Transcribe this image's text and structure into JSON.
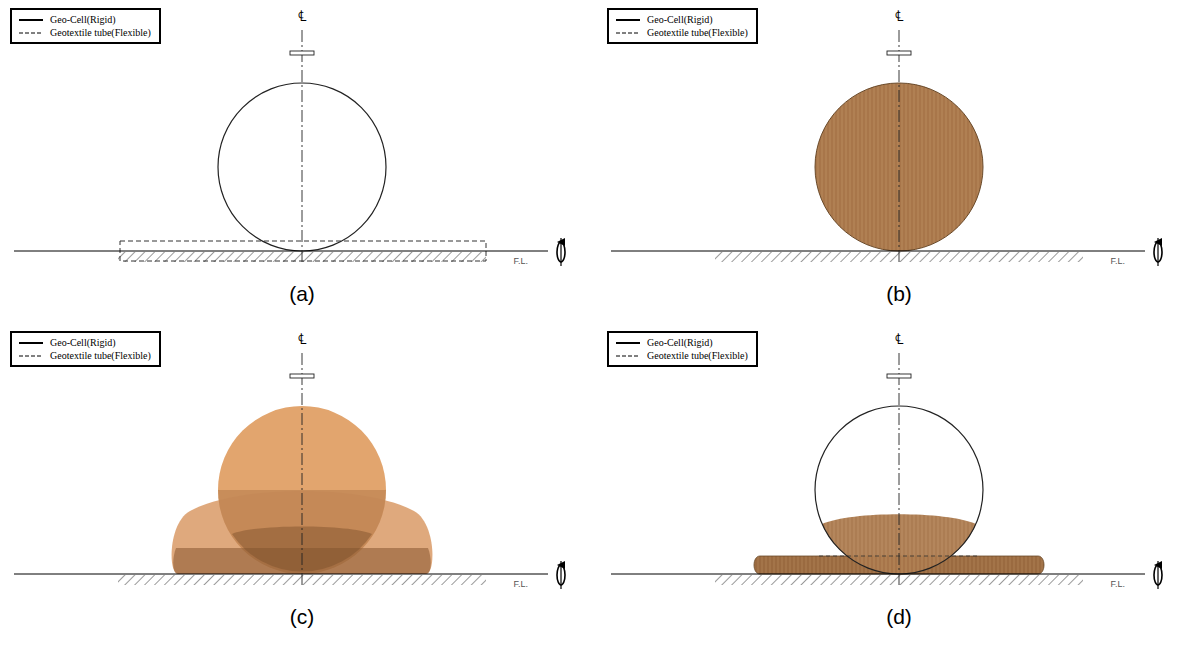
{
  "diagram": {
    "labels": [
      "℄",
      "F.L.",
      "(a)",
      "℄",
      "F.L.",
      "(b)",
      "℄",
      "F.L.",
      "(c)",
      "℄",
      "F.L.",
      "(d)"
    ],
    "legend": [
      {
        "text": "Geo-Cell(Rigid)"
      },
      {
        "text": "Geotextile tube(Flexible)"
      },
      {
        "text": "Geo-Cell(Rigid)"
      },
      {
        "text": "Geotextile tube(Flexible)"
      },
      {
        "text": "Geo-Cell(Rigid)"
      },
      {
        "text": "Geotextile tube(Flexible)"
      },
      {
        "text": "Geo-Cell(Rigid)"
      },
      {
        "text": "Geotextile tube(Flexible)"
      }
    ]
  }
}
